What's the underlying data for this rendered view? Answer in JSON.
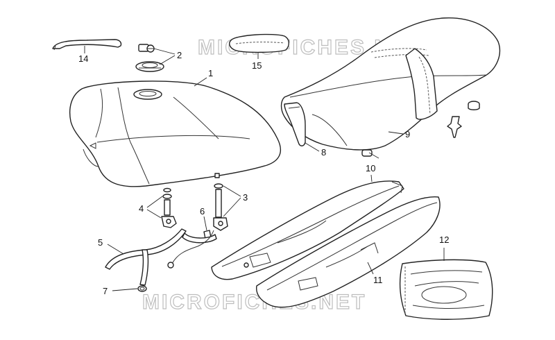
{
  "watermark": "MICROFICHES.NET",
  "callouts": {
    "c1": "1",
    "c2": "2",
    "c3": "3",
    "c4": "4",
    "c5": "5",
    "c6": "6",
    "c7": "7",
    "c8": "8",
    "c9": "9",
    "c10": "10",
    "c11": "11",
    "c12": "12",
    "c14": "14",
    "c15": "15"
  }
}
